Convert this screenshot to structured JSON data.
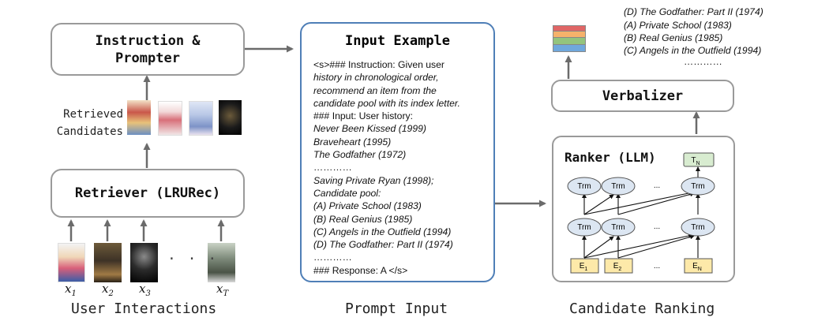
{
  "colors": {
    "box_border": "#9a9a9a",
    "prompt_border": "#4f7fb7",
    "arrow": "#6b6b6b",
    "trm_fill": "#dce6f2",
    "embed_fill": "#fde9a9",
    "target_fill": "#d8ecd0",
    "stack_colors": [
      "#e06666",
      "#f6b26b",
      "#93c47d",
      "#6fa8dc"
    ]
  },
  "left": {
    "prompter_title_line1": "Instruction &",
    "prompter_title_line2": "Prompter",
    "retrieved_label_line1": "Retrieved",
    "retrieved_label_line2": "Candidates",
    "retriever_title": "Retriever (LRURec)",
    "ellipsis": "· · ·",
    "x_labels": [
      {
        "base": "x",
        "sub": "1"
      },
      {
        "base": "x",
        "sub": "2"
      },
      {
        "base": "x",
        "sub": "3"
      },
      {
        "base": "x",
        "sub": "T"
      }
    ],
    "caption": "User Interactions"
  },
  "middle": {
    "title": "Input Example",
    "lines": [
      "<s>### Instruction: Given user",
      "history in chronological order,",
      "recommend an item from the",
      "candidate pool with its index letter.",
      "### Input: User history:",
      "Never Been Kissed (1999)",
      "Braveheart (1995)",
      "The Godfather (1972)",
      "…………",
      "Saving Private Ryan (1998);",
      "Candidate pool:",
      "(A) Private School (1983)",
      "(B) Real Genius (1985)",
      "(C) Angels in the Outfield (1994)",
      "(D) The Godfather: Part II (1974)",
      "…………",
      "### Response: A </s>"
    ],
    "caption": "Prompt Input"
  },
  "right": {
    "output_lines": [
      "(D) The Godfather: Part II (1974)",
      "(A) Private School (1983)",
      "(B) Real Genius (1985)",
      "(C) Angels in the Outfield (1994)",
      "…………"
    ],
    "verbalizer_title": "Verbalizer",
    "ranker_title": "Ranker (LLM)",
    "target_label": {
      "base": "T",
      "sub": "N"
    },
    "trm_label": "Trm",
    "dots": "...",
    "embed_labels": [
      {
        "base": "E",
        "sub": "1"
      },
      {
        "base": "E",
        "sub": "2"
      },
      {
        "base": "E",
        "sub": "N"
      }
    ],
    "caption": "Candidate Ranking"
  }
}
